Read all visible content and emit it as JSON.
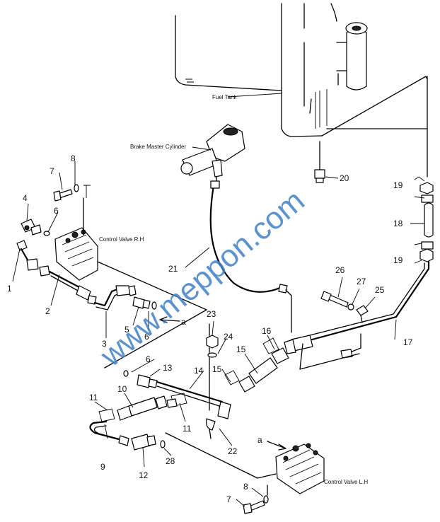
{
  "labels": {
    "fuel_tank": "Fuel Tank",
    "brake_master_cylinder": "Brake Master Cylinder",
    "control_valve_rh": "Control Valve R.H",
    "control_valve_lh": "Control Valve L.H"
  },
  "connection_marks": {
    "a_upper": "a",
    "a_lower": "a"
  },
  "watermark": "www.meppon.com",
  "callouts": {
    "c1": "1",
    "c2": "2",
    "c3": "3",
    "c4": "4",
    "c5": "5",
    "c6a": "6",
    "c6b": "6",
    "c6c": "6",
    "c7a": "7",
    "c7b": "7",
    "c8a": "8",
    "c8b": "8",
    "c9": "9",
    "c10": "10",
    "c11a": "11",
    "c11b": "11",
    "c12": "12",
    "c13": "13",
    "c14": "14",
    "c15a": "15",
    "c15b": "15",
    "c16": "16",
    "c17": "17",
    "c18": "18",
    "c19a": "19",
    "c19b": "19",
    "c20": "20",
    "c21": "21",
    "c22": "22",
    "c23": "23",
    "c24": "24",
    "c25": "25",
    "c26": "26",
    "c27": "27",
    "c28": "28"
  }
}
